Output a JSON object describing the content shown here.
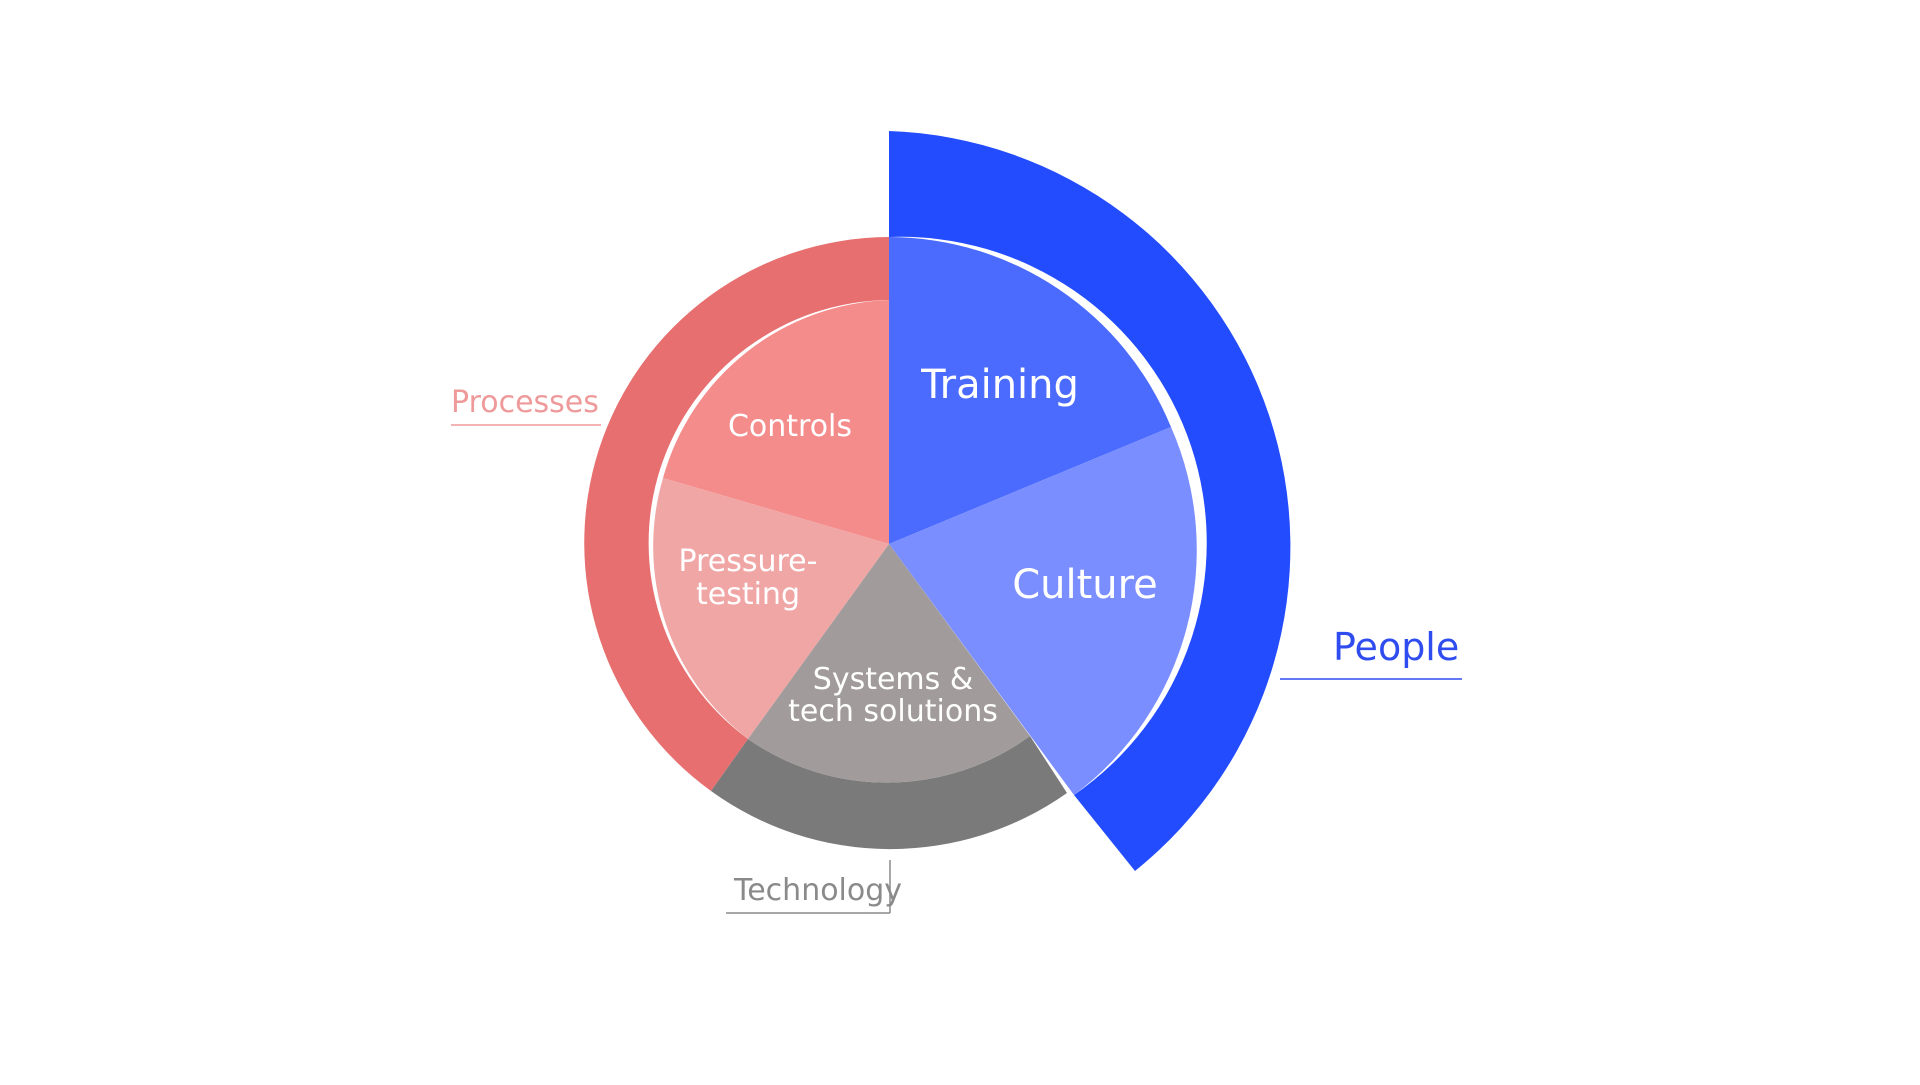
{
  "groups": {
    "people": {
      "label": "People",
      "color": "#234cfe"
    },
    "processes": {
      "label": "Processes",
      "color": "#e76f6f"
    },
    "technology": {
      "label": "Technology",
      "color": "#7a7a7a"
    }
  },
  "segments": {
    "training": {
      "label": "Training",
      "color": "#4a6bfd"
    },
    "culture": {
      "label": "Culture",
      "color": "#7a8eff"
    },
    "controls": {
      "label": "Controls",
      "color": "#f58c8c"
    },
    "pressure_testing": {
      "line1": "Pressure-",
      "line2": "testing",
      "color": "#f1a6a6"
    },
    "systems": {
      "line1": "Systems &",
      "line2": "tech solutions",
      "color": "#a19b9b"
    }
  },
  "label_colors": {
    "people": "#2f4cf0",
    "processes": "#ef9a9a",
    "technology": "#8a8a8a"
  }
}
